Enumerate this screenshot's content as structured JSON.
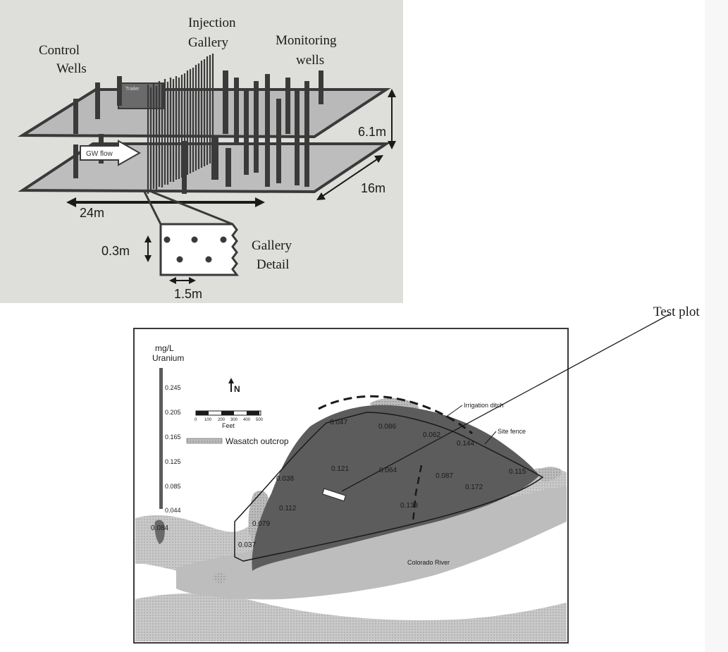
{
  "diagram": {
    "control_wells": [
      "Control",
      "Wells"
    ],
    "injection_gallery": [
      "Injection",
      "Gallery"
    ],
    "monitoring_wells": [
      "Monitoring",
      "wells"
    ],
    "gw_flow": "GW flow",
    "trailer_label": "Trailer",
    "depth": "6.1m",
    "width": "16m",
    "length": "24m",
    "gallery_detail": [
      "Gallery",
      "Detail"
    ],
    "detail_vertical": "0.3m",
    "detail_horizontal": "1.5m"
  },
  "map": {
    "legend_title": [
      "mg/L",
      "Uranium"
    ],
    "legend_ticks": [
      "0.245",
      "0.205",
      "0.165",
      "0.125",
      "0.085",
      "0.044"
    ],
    "north": "N",
    "scale_ticks": [
      "0",
      "100",
      "200",
      "300",
      "400",
      "500"
    ],
    "scale_unit": "Feet",
    "outcrop_label": "Wasatch outcrop",
    "irrigation_ditch": "Irrigation ditch",
    "site_fence": "Site fence",
    "river": "Colorado River",
    "test_plot": "Test plot",
    "well_values": [
      "0.047",
      "0.086",
      "0.062",
      "0.144",
      "0.038",
      "0.121",
      "0.064",
      "0.087",
      "0.172",
      "0.115",
      "0.112",
      "0.079",
      "0.037",
      "0.133",
      "0.084"
    ]
  },
  "colors": {
    "diagram_bg": "#dededa",
    "plate": "#b8b8b8",
    "well": "#3a3a3a",
    "plume": "#5c5c5c",
    "river": "#bdbdbd",
    "map_bg": "#ffffff"
  }
}
